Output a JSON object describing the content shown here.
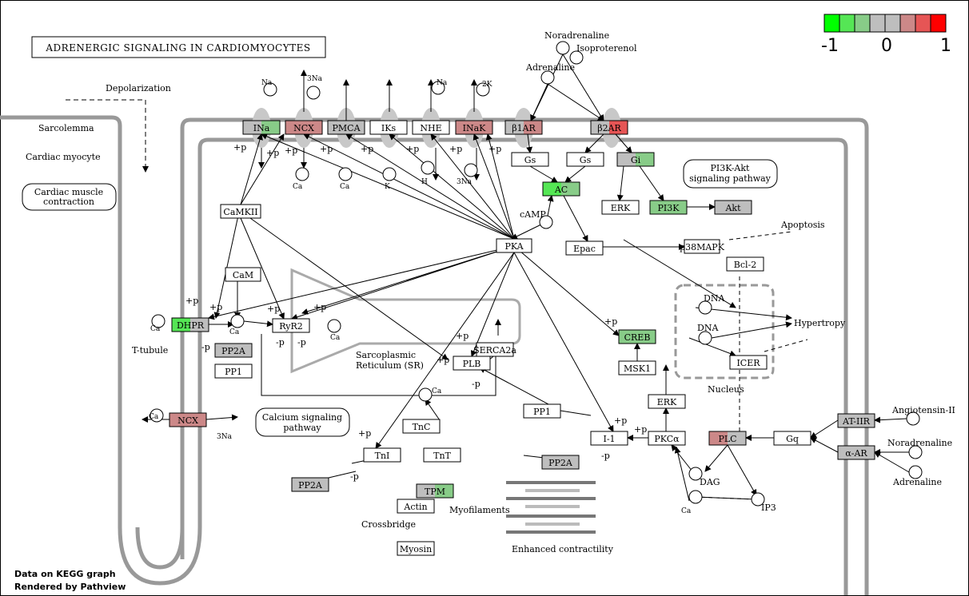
{
  "title": "ADRENERGIC SIGNALING IN CARDIOMYOCYTES",
  "legend": {
    "min": "-1",
    "mid": "0",
    "max": "1",
    "colors": [
      "#00ff00",
      "#55e655",
      "#88cc88",
      "#bebebe",
      "#bebebe",
      "#cc8888",
      "#e65555",
      "#ff0000"
    ]
  },
  "footer": {
    "line1": "Data on KEGG graph",
    "line2": "Rendered by Pathview"
  },
  "compartments": {
    "sarcolemma": "Sarcolemma",
    "cardiac_myocyte": "Cardiac myocyte",
    "t_tubule": "T-tubule",
    "depolarization": "Depolarization",
    "sr1": "Sarcoplasmic",
    "sr2": "Reticulum (SR)",
    "nucleus": "Nucleus",
    "myofilaments": "Myofilaments",
    "crossbridge": "Crossbridge",
    "enhanced": "Enhanced contractility"
  },
  "pathways": {
    "cardiac_muscle_1": "Cardiac muscle",
    "cardiac_muscle_2": "contraction",
    "pi3k_1": "PI3K-Akt",
    "pi3k_2": "signaling pathway",
    "calcium_1": "Calcium signaling",
    "calcium_2": "pathway"
  },
  "nodes": {
    "Na_ch": "INa",
    "NCX_top": "NCX",
    "PMCA": "PMCA",
    "Iks": "IKs",
    "NHE": "NHE",
    "INaK": "INaK",
    "b1AR": "β1AR",
    "b2AR": "β2AR",
    "Gs1": "Gs",
    "Gs2": "Gs",
    "Gi": "Gi",
    "AC": "AC",
    "ERK_top": "ERK",
    "PI3K": "PI3K",
    "Akt": "Akt",
    "CaMKII": "CaMKII",
    "CaM": "CaM",
    "PKA": "PKA",
    "Epac": "Epac",
    "p38MAPK": "p38MAPK",
    "Bcl2": "Bcl-2",
    "DHPR": "DHPR",
    "RyR2": "RyR2",
    "PP2A_left": "PP2A",
    "PP1_left": "PP1",
    "SERCA2a": "SERCA2a",
    "PLB": "PLB",
    "CREB": "CREB",
    "MSK1": "MSK1",
    "ICER": "ICER",
    "ERK_low": "ERK",
    "PP1_mid": "PP1",
    "I1": "I-1",
    "PKCa": "PKCα",
    "PLC": "PLC",
    "Gq": "Gq",
    "ATIIR": "AT-IIR",
    "aAR": "α-AR",
    "PP2A_mid": "PP2A",
    "NCX_low": "NCX",
    "TnC": "TnC",
    "TnI": "TnI",
    "TnT": "TnT",
    "PP2A_low": "PP2A",
    "TPM": "TPM",
    "Actin": "Actin",
    "Myosin": "Myosin"
  },
  "compounds": {
    "noradrenaline": "Noradrenaline",
    "isoproterenol": "Isoproterenol",
    "adrenaline": "Adrenaline",
    "cAMP": "cAMP",
    "DNA1": "DNA",
    "DNA2": "DNA",
    "apoptosis": "Apoptosis",
    "hypertropy": "Hypertropy",
    "DAG": "DAG",
    "IP3": "IP3",
    "angiotensin": "Angiotensin-II",
    "noradrenaline2": "Noradrenaline",
    "adrenaline2": "Adrenaline",
    "Na": "Na",
    "Ca": "Ca",
    "K": "K",
    "H": "H",
    "threeNa": "3Na",
    "twoK": "2K"
  },
  "marks": {
    "p": "+p",
    "mp": "-p"
  }
}
